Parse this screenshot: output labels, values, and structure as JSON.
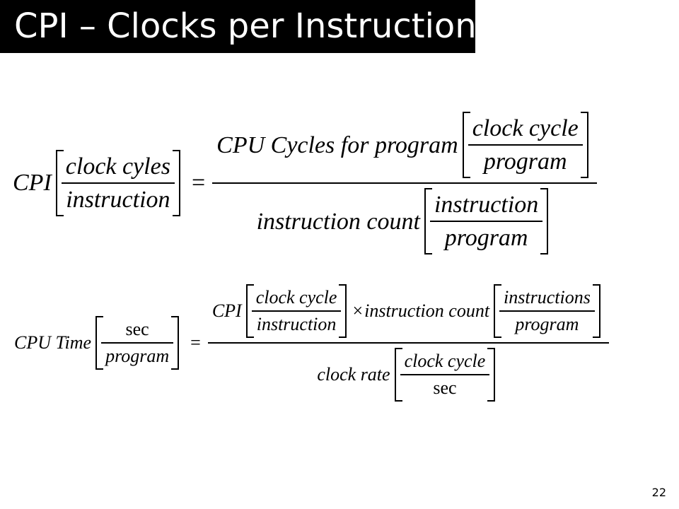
{
  "slide": {
    "title": "CPI – Clocks per Instruction",
    "number": "22"
  },
  "eq1": {
    "lhs_term": "CPI",
    "lhs_unit_num": "clock cyles",
    "lhs_unit_den": "instruction",
    "equals": "=",
    "num_term": "CPU Cycles for program",
    "num_unit_num": "clock cycle",
    "num_unit_den": "program",
    "den_term": "instruction count",
    "den_unit_num": "instruction",
    "den_unit_den": "program"
  },
  "eq2": {
    "lhs_term": "CPU Time",
    "lhs_unit_num": "sec",
    "lhs_unit_den": "program",
    "equals": "=",
    "num_term1": "CPI",
    "num_unit1_num": "clock cycle",
    "num_unit1_den": "instruction",
    "times": "×",
    "num_term2": "instruction count",
    "num_unit2_num": "instructions",
    "num_unit2_den": "program",
    "den_term": "clock rate",
    "den_unit_num": "clock cycle",
    "den_unit_den": "sec"
  }
}
